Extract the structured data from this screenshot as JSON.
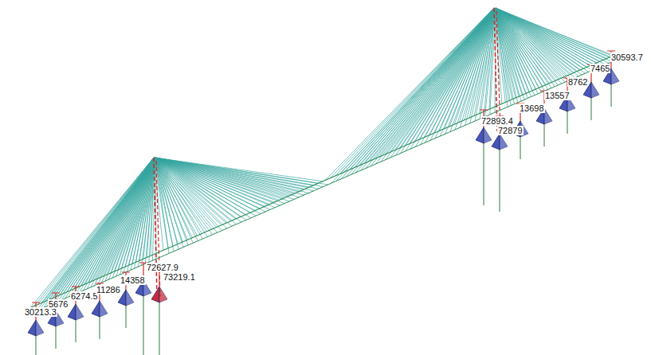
{
  "diagram": {
    "labels": [
      "30213.3",
      "5676",
      "6274.5",
      "11286",
      "14358",
      "72627.9",
      "73219.1",
      "30593.7",
      "7465",
      "8762",
      "13557",
      "13698",
      "72893.4",
      "72879"
    ]
  }
}
